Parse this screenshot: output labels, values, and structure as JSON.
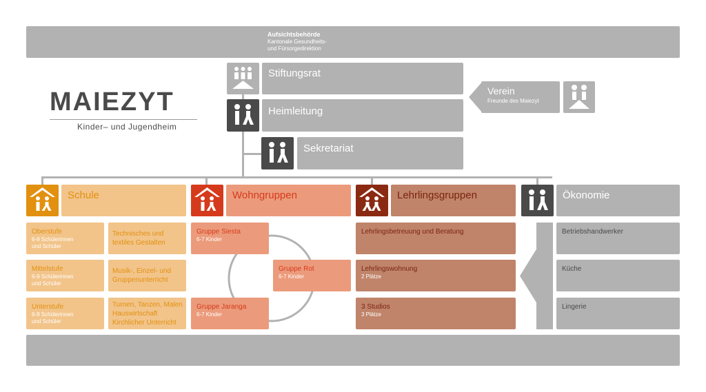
{
  "logo": {
    "brand": "MAIEZYT",
    "tagline": "Kinder– und Jugendheim",
    "brand_color": "#4a4a4a",
    "accent_color": "#c8301e"
  },
  "top": {
    "title": "Aufsichtsbehörde",
    "line1": "Kantonale Gesundheits-",
    "line2": "und Fürsorgedirektion"
  },
  "stiftungsrat": {
    "label": "Stiftungsrat",
    "icon": "group-people-icon"
  },
  "heimleitung": {
    "label": "Heimleitung",
    "icon": "two-people-icon"
  },
  "sekretariat": {
    "label": "Sekretariat",
    "icon": "two-people-icon"
  },
  "verein": {
    "label": "Verein",
    "sub": "Freunde des Maiezyt",
    "icon": "two-people-icon"
  },
  "departments": {
    "schule": {
      "label": "Schule",
      "color": "#e2900f",
      "light": "#f2c48a",
      "text": "#e2900f",
      "left": [
        {
          "title": "Oberstufe",
          "l1": "6-9 Schülerinnen",
          "l2": "und Schüler"
        },
        {
          "title": "Mittelstufe",
          "l1": "6-9 Schülerinnen",
          "l2": "und Schüler"
        },
        {
          "title": "Unterstufe",
          "l1": "6-9 Schülerinnen",
          "l2": "und Schüler"
        }
      ],
      "right": [
        {
          "l1": "Technisches und",
          "l2": "textiles Gestalten",
          "l3": ""
        },
        {
          "l1": "Musik-, Einzel- und",
          "l2": "Gruppenunterricht",
          "l3": ""
        },
        {
          "l1": "Turnen, Tanzen, Malen",
          "l2": "Hauswirtschaft",
          "l3": "Kirchlicher Unterricht"
        }
      ]
    },
    "wohngruppen": {
      "label": "Wohngruppen",
      "color": "#d63a1c",
      "light": "#eb9b7b",
      "groups": [
        {
          "title": "Gruppe Siesta",
          "sub": "6-7 Kinder"
        },
        {
          "title": "Gruppe Rot",
          "sub": "6-7 Kinder"
        },
        {
          "title": "Gruppe Jaranga",
          "sub": "6-7 Kinder"
        }
      ]
    },
    "lehrlingsgruppen": {
      "label": "Lehrlingsgruppen",
      "color": "#8b2a12",
      "light": "#c0846a",
      "items": [
        {
          "title": "Lehrlingsbetreuung und Beratung",
          "sub": ""
        },
        {
          "title": "Lehrlingswohnung",
          "sub": "2 Plätze"
        },
        {
          "title": "3 Studios",
          "sub": "3 Plätze"
        }
      ]
    },
    "oekonomie": {
      "label": "Ökonomie",
      "color": "#4a4a4a",
      "light": "#b2b2b2",
      "items": [
        "Betriebshandwerker",
        "Küche",
        "Lingerie"
      ]
    }
  }
}
